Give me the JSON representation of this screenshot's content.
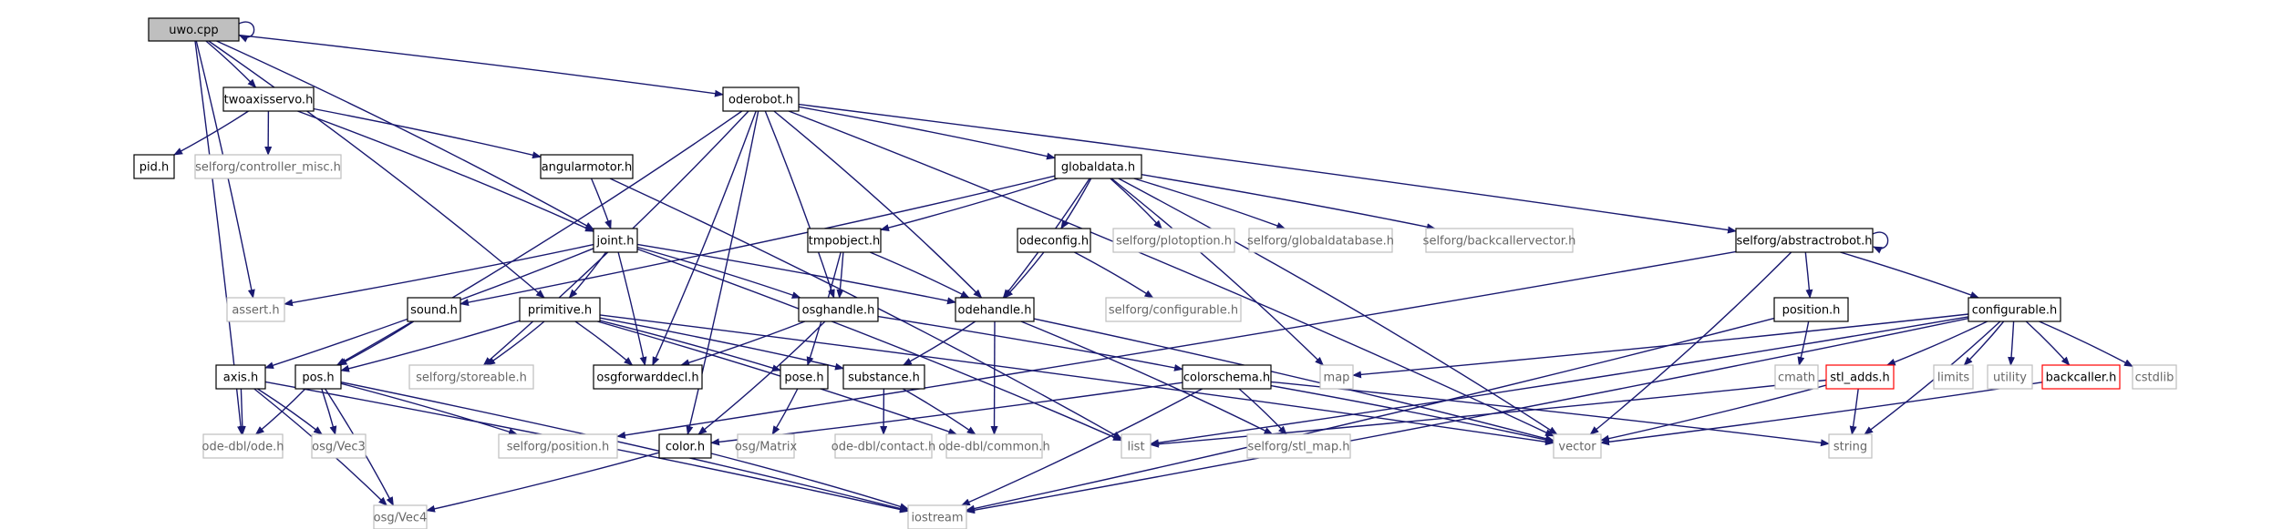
{
  "graph": {
    "colors": {
      "edge": "#191970",
      "node_fill_default": "#ffffff",
      "node_border_default": "#000000",
      "node_fill_root": "#bfbfbf",
      "node_border_external": "#bfbfbf",
      "node_border_incomplete": "#ff0000",
      "text_default": "#000000",
      "text_external": "#666666"
    },
    "nodes": [
      {
        "id": "uwo",
        "label": "uwo.cpp",
        "style": "root"
      },
      {
        "id": "twoaxisservo",
        "label": "twoaxisservo.h",
        "style": "normal"
      },
      {
        "id": "oderobot",
        "label": "oderobot.h",
        "style": "normal"
      },
      {
        "id": "pid",
        "label": "pid.h",
        "style": "normal"
      },
      {
        "id": "controller_misc",
        "label": "selforg/controller_misc.h",
        "style": "external"
      },
      {
        "id": "angularmotor",
        "label": "angularmotor.h",
        "style": "normal"
      },
      {
        "id": "globaldata",
        "label": "globaldata.h",
        "style": "normal"
      },
      {
        "id": "abstractrobot",
        "label": "selforg/abstractrobot.h",
        "style": "normal"
      },
      {
        "id": "joint",
        "label": "joint.h",
        "style": "normal"
      },
      {
        "id": "tmpobject",
        "label": "tmpobject.h",
        "style": "normal"
      },
      {
        "id": "odeconfig",
        "label": "odeconfig.h",
        "style": "normal"
      },
      {
        "id": "plotoption",
        "label": "selforg/plotoption.h",
        "style": "external"
      },
      {
        "id": "globaldatabase",
        "label": "selforg/globaldatabase.h",
        "style": "external"
      },
      {
        "id": "backcallervector",
        "label": "selforg/backcallervector.h",
        "style": "external"
      },
      {
        "id": "assert",
        "label": "assert.h",
        "style": "external"
      },
      {
        "id": "sound",
        "label": "sound.h",
        "style": "normal"
      },
      {
        "id": "primitive",
        "label": "primitive.h",
        "style": "normal"
      },
      {
        "id": "osghandle",
        "label": "osghandle.h",
        "style": "normal"
      },
      {
        "id": "odehandle",
        "label": "odehandle.h",
        "style": "normal"
      },
      {
        "id": "sf_configurable",
        "label": "selforg/configurable.h",
        "style": "external"
      },
      {
        "id": "position",
        "label": "position.h",
        "style": "normal"
      },
      {
        "id": "configurable",
        "label": "configurable.h",
        "style": "normal"
      },
      {
        "id": "axis",
        "label": "axis.h",
        "style": "normal"
      },
      {
        "id": "pos",
        "label": "pos.h",
        "style": "normal"
      },
      {
        "id": "storeable",
        "label": "selforg/storeable.h",
        "style": "external"
      },
      {
        "id": "osgforwarddecl",
        "label": "osgforwarddecl.h",
        "style": "normal"
      },
      {
        "id": "pose",
        "label": "pose.h",
        "style": "normal"
      },
      {
        "id": "substance",
        "label": "substance.h",
        "style": "normal"
      },
      {
        "id": "colorschema",
        "label": "colorschema.h",
        "style": "normal"
      },
      {
        "id": "map",
        "label": "map",
        "style": "external"
      },
      {
        "id": "cmath",
        "label": "cmath",
        "style": "external"
      },
      {
        "id": "stl_adds",
        "label": "stl_adds.h",
        "style": "incomplete"
      },
      {
        "id": "limits",
        "label": "limits",
        "style": "external"
      },
      {
        "id": "utility",
        "label": "utility",
        "style": "external"
      },
      {
        "id": "backcaller",
        "label": "backcaller.h",
        "style": "incomplete"
      },
      {
        "id": "cstdlib",
        "label": "cstdlib",
        "style": "external"
      },
      {
        "id": "ode_h",
        "label": "ode-dbl/ode.h",
        "style": "external"
      },
      {
        "id": "vec3",
        "label": "osg/Vec3",
        "style": "external"
      },
      {
        "id": "sf_position",
        "label": "selforg/position.h",
        "style": "external"
      },
      {
        "id": "color",
        "label": "color.h",
        "style": "normal"
      },
      {
        "id": "matrix",
        "label": "osg/Matrix",
        "style": "external"
      },
      {
        "id": "contact",
        "label": "ode-dbl/contact.h",
        "style": "external"
      },
      {
        "id": "common",
        "label": "ode-dbl/common.h",
        "style": "external"
      },
      {
        "id": "list",
        "label": "list",
        "style": "external"
      },
      {
        "id": "stl_map",
        "label": "selforg/stl_map.h",
        "style": "external"
      },
      {
        "id": "vector",
        "label": "vector",
        "style": "external"
      },
      {
        "id": "string",
        "label": "string",
        "style": "external"
      },
      {
        "id": "vec4",
        "label": "osg/Vec4",
        "style": "external"
      },
      {
        "id": "iostream",
        "label": "iostream",
        "style": "external"
      }
    ],
    "edges": [
      {
        "from": "uwo",
        "to": "uwo"
      },
      {
        "from": "uwo",
        "to": "twoaxisservo"
      },
      {
        "from": "uwo",
        "to": "oderobot"
      },
      {
        "from": "uwo",
        "to": "joint"
      },
      {
        "from": "uwo",
        "to": "assert"
      },
      {
        "from": "uwo",
        "to": "primitive"
      },
      {
        "from": "uwo",
        "to": "ode_h"
      },
      {
        "from": "twoaxisservo",
        "to": "pid"
      },
      {
        "from": "twoaxisservo",
        "to": "controller_misc"
      },
      {
        "from": "twoaxisservo",
        "to": "angularmotor"
      },
      {
        "from": "twoaxisservo",
        "to": "joint"
      },
      {
        "from": "angularmotor",
        "to": "joint"
      },
      {
        "from": "angularmotor",
        "to": "list"
      },
      {
        "from": "oderobot",
        "to": "globaldata"
      },
      {
        "from": "oderobot",
        "to": "abstractrobot"
      },
      {
        "from": "oderobot",
        "to": "osghandle"
      },
      {
        "from": "oderobot",
        "to": "odehandle"
      },
      {
        "from": "oderobot",
        "to": "osgforwarddecl"
      },
      {
        "from": "oderobot",
        "to": "storeable"
      },
      {
        "from": "oderobot",
        "to": "pos"
      },
      {
        "from": "oderobot",
        "to": "color"
      },
      {
        "from": "oderobot",
        "to": "vector"
      },
      {
        "from": "globaldata",
        "to": "tmpobject"
      },
      {
        "from": "globaldata",
        "to": "odeconfig"
      },
      {
        "from": "globaldata",
        "to": "plotoption"
      },
      {
        "from": "globaldata",
        "to": "globaldatabase"
      },
      {
        "from": "globaldata",
        "to": "backcallervector"
      },
      {
        "from": "globaldata",
        "to": "odehandle"
      },
      {
        "from": "globaldata",
        "to": "sound"
      },
      {
        "from": "globaldata",
        "to": "vector"
      },
      {
        "from": "globaldata",
        "to": "map"
      },
      {
        "from": "abstractrobot",
        "to": "abstractrobot"
      },
      {
        "from": "abstractrobot",
        "to": "position"
      },
      {
        "from": "abstractrobot",
        "to": "configurable"
      },
      {
        "from": "abstractrobot",
        "to": "sf_position"
      },
      {
        "from": "abstractrobot",
        "to": "vector"
      },
      {
        "from": "joint",
        "to": "assert"
      },
      {
        "from": "joint",
        "to": "primitive"
      },
      {
        "from": "joint",
        "to": "osghandle"
      },
      {
        "from": "joint",
        "to": "odehandle"
      },
      {
        "from": "joint",
        "to": "axis"
      },
      {
        "from": "joint",
        "to": "osgforwarddecl"
      },
      {
        "from": "joint",
        "to": "list"
      },
      {
        "from": "tmpobject",
        "to": "osghandle"
      },
      {
        "from": "tmpobject",
        "to": "odehandle"
      },
      {
        "from": "tmpobject",
        "to": "pose"
      },
      {
        "from": "odeconfig",
        "to": "odehandle"
      },
      {
        "from": "odeconfig",
        "to": "sf_configurable"
      },
      {
        "from": "sound",
        "to": "pos"
      },
      {
        "from": "primitive",
        "to": "pos"
      },
      {
        "from": "primitive",
        "to": "pose"
      },
      {
        "from": "primitive",
        "to": "substance"
      },
      {
        "from": "primitive",
        "to": "osgforwarddecl"
      },
      {
        "from": "primitive",
        "to": "storeable"
      },
      {
        "from": "primitive",
        "to": "common"
      },
      {
        "from": "primitive",
        "to": "vector"
      },
      {
        "from": "osghandle",
        "to": "osgforwarddecl"
      },
      {
        "from": "osghandle",
        "to": "color"
      },
      {
        "from": "osghandle",
        "to": "colorschema"
      },
      {
        "from": "odehandle",
        "to": "substance"
      },
      {
        "from": "odehandle",
        "to": "common"
      },
      {
        "from": "odehandle",
        "to": "stl_map"
      },
      {
        "from": "odehandle",
        "to": "vector"
      },
      {
        "from": "position",
        "to": "cmath"
      },
      {
        "from": "position",
        "to": "iostream"
      },
      {
        "from": "configurable",
        "to": "map"
      },
      {
        "from": "configurable",
        "to": "list"
      },
      {
        "from": "configurable",
        "to": "stl_adds"
      },
      {
        "from": "configurable",
        "to": "limits"
      },
      {
        "from": "configurable",
        "to": "utility"
      },
      {
        "from": "configurable",
        "to": "backcaller"
      },
      {
        "from": "configurable",
        "to": "cstdlib"
      },
      {
        "from": "configurable",
        "to": "string"
      },
      {
        "from": "configurable",
        "to": "iostream"
      },
      {
        "from": "stl_adds",
        "to": "list"
      },
      {
        "from": "stl_adds",
        "to": "vector"
      },
      {
        "from": "stl_adds",
        "to": "string"
      },
      {
        "from": "backcaller",
        "to": "vector"
      },
      {
        "from": "axis",
        "to": "ode_h"
      },
      {
        "from": "axis",
        "to": "vec3"
      },
      {
        "from": "axis",
        "to": "vec4"
      },
      {
        "from": "axis",
        "to": "iostream"
      },
      {
        "from": "pos",
        "to": "ode_h"
      },
      {
        "from": "pos",
        "to": "vec3"
      },
      {
        "from": "pos",
        "to": "vec4"
      },
      {
        "from": "pos",
        "to": "sf_position"
      },
      {
        "from": "pos",
        "to": "iostream"
      },
      {
        "from": "pose",
        "to": "matrix"
      },
      {
        "from": "substance",
        "to": "contact"
      },
      {
        "from": "substance",
        "to": "common"
      },
      {
        "from": "colorschema",
        "to": "color"
      },
      {
        "from": "colorschema",
        "to": "stl_map"
      },
      {
        "from": "colorschema",
        "to": "vector"
      },
      {
        "from": "colorschema",
        "to": "string"
      },
      {
        "from": "colorschema",
        "to": "iostream"
      },
      {
        "from": "color",
        "to": "vec4"
      },
      {
        "from": "color",
        "to": "iostream"
      }
    ]
  }
}
